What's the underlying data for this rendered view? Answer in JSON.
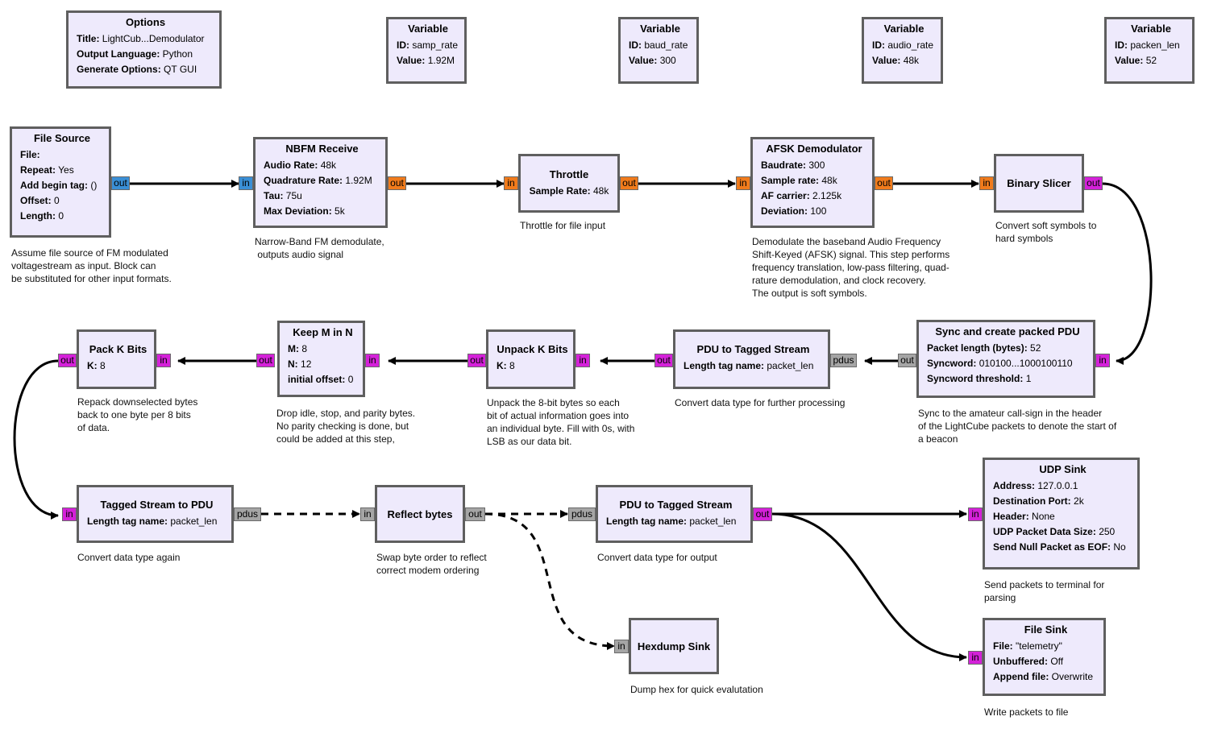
{
  "options": {
    "title": "Options",
    "params": [
      {
        "k": "Title:",
        "v": "LightCub...Demodulator"
      },
      {
        "k": "Output Language:",
        "v": "Python"
      },
      {
        "k": "Generate Options:",
        "v": "QT GUI"
      }
    ]
  },
  "variables": [
    {
      "title": "Variable",
      "params": [
        {
          "k": "ID:",
          "v": "samp_rate"
        },
        {
          "k": "Value:",
          "v": "1.92M"
        }
      ]
    },
    {
      "title": "Variable",
      "params": [
        {
          "k": "ID:",
          "v": "baud_rate"
        },
        {
          "k": "Value:",
          "v": "300"
        }
      ]
    },
    {
      "title": "Variable",
      "params": [
        {
          "k": "ID:",
          "v": "audio_rate"
        },
        {
          "k": "Value:",
          "v": "48k"
        }
      ]
    },
    {
      "title": "Variable",
      "params": [
        {
          "k": "ID:",
          "v": "packen_len"
        },
        {
          "k": "Value:",
          "v": "52"
        }
      ]
    }
  ],
  "blocks": {
    "file_source": {
      "title": "File Source",
      "params": [
        {
          "k": "File:",
          "v": ""
        },
        {
          "k": "Repeat:",
          "v": "Yes"
        },
        {
          "k": "Add begin tag:",
          "v": "()"
        },
        {
          "k": "Offset:",
          "v": "0"
        },
        {
          "k": "Length:",
          "v": "0"
        }
      ],
      "note": "Assume file source of FM modulated\nvoltagestream as input. Block can\nbe substituted for other input formats."
    },
    "nbfm": {
      "title": "NBFM Receive",
      "params": [
        {
          "k": "Audio Rate:",
          "v": "48k"
        },
        {
          "k": "Quadrature Rate:",
          "v": "1.92M"
        },
        {
          "k": "Tau:",
          "v": "75u"
        },
        {
          "k": "Max Deviation:",
          "v": "5k"
        }
      ],
      "note": "Narrow-Band FM demodulate,\n outputs audio signal"
    },
    "throttle": {
      "title": "Throttle",
      "params": [
        {
          "k": "Sample Rate:",
          "v": "48k"
        }
      ],
      "note": "Throttle for file input"
    },
    "afsk": {
      "title": "AFSK Demodulator",
      "params": [
        {
          "k": "Baudrate:",
          "v": "300"
        },
        {
          "k": "Sample rate:",
          "v": "48k"
        },
        {
          "k": "AF carrier:",
          "v": "2.125k"
        },
        {
          "k": "Deviation:",
          "v": "100"
        }
      ],
      "note": "Demodulate the baseband Audio Frequency\nShift-Keyed (AFSK) signal. This step performs\nfrequency translation, low-pass filtering, quad-\nrature demodulation, and clock recovery.\nThe output is soft symbols."
    },
    "binary_slicer": {
      "title": "Binary Slicer",
      "note": "Convert soft symbols to\nhard symbols"
    },
    "sync_pdu": {
      "title": "Sync and create packed PDU",
      "params": [
        {
          "k": "Packet length (bytes):",
          "v": "52"
        },
        {
          "k": "Syncword:",
          "v": "010100...1000100110"
        },
        {
          "k": "Syncword threshold:",
          "v": "1"
        }
      ],
      "note": "Sync to the amateur call-sign in the header\nof the LightCube packets to denote the start of\na beacon"
    },
    "pdu_tagged_1": {
      "title": "PDU to Tagged Stream",
      "params": [
        {
          "k": "Length tag name:",
          "v": "packet_len"
        }
      ],
      "note": "Convert data type for further processing"
    },
    "unpack": {
      "title": "Unpack K Bits",
      "params": [
        {
          "k": "K:",
          "v": "8"
        }
      ],
      "note": "Unpack the 8-bit bytes so each\nbit of actual information goes into\nan individual byte. Fill with 0s, with\nLSB as our data bit."
    },
    "keep_m": {
      "title": "Keep M in N",
      "params": [
        {
          "k": "M:",
          "v": "8"
        },
        {
          "k": "N:",
          "v": "12"
        },
        {
          "k": "initial offset:",
          "v": "0"
        }
      ],
      "note": "Drop idle, stop, and parity bytes.\nNo parity checking is done, but\ncould be added at this step,"
    },
    "pack": {
      "title": "Pack K Bits",
      "params": [
        {
          "k": "K:",
          "v": "8"
        }
      ],
      "note": "Repack downselected bytes\nback to one byte per 8 bits\nof data."
    },
    "tagged_to_pdu": {
      "title": "Tagged Stream to PDU",
      "params": [
        {
          "k": "Length tag name:",
          "v": "packet_len"
        }
      ],
      "note": "Convert data type again"
    },
    "reflect": {
      "title": "Reflect bytes",
      "note": "Swap byte order to reflect\ncorrect modem ordering"
    },
    "pdu_tagged_2": {
      "title": "PDU to Tagged Stream",
      "params": [
        {
          "k": "Length tag name:",
          "v": "packet_len"
        }
      ],
      "note": "Convert data type for output"
    },
    "hexdump": {
      "title": "Hexdump Sink",
      "note": "Dump hex for quick evalutation"
    },
    "udp_sink": {
      "title": "UDP Sink",
      "params": [
        {
          "k": "Address:",
          "v": "127.0.0.1"
        },
        {
          "k": "Destination Port:",
          "v": "2k"
        },
        {
          "k": "Header:",
          "v": "None"
        },
        {
          "k": "UDP Packet Data Size:",
          "v": "250"
        },
        {
          "k": "Send Null Packet as EOF:",
          "v": "No"
        }
      ],
      "note": "Send packets to terminal for\nparsing"
    },
    "file_sink": {
      "title": "File Sink",
      "params": [
        {
          "k": "File:",
          "v": "\"telemetry\""
        },
        {
          "k": "Unbuffered:",
          "v": "Off"
        },
        {
          "k": "Append file:",
          "v": "Overwrite"
        }
      ],
      "note": "Write packets to file"
    }
  },
  "ports": {
    "out": "out",
    "in": "in",
    "pdus": "pdus"
  },
  "colors": {
    "block_fill": "#eeeafc",
    "block_border": "#5f5f5f",
    "port_complex": "#3a8fd6",
    "port_float": "#f07b1c",
    "port_byte": "#d421d9",
    "port_message": "#a5a5a5"
  }
}
